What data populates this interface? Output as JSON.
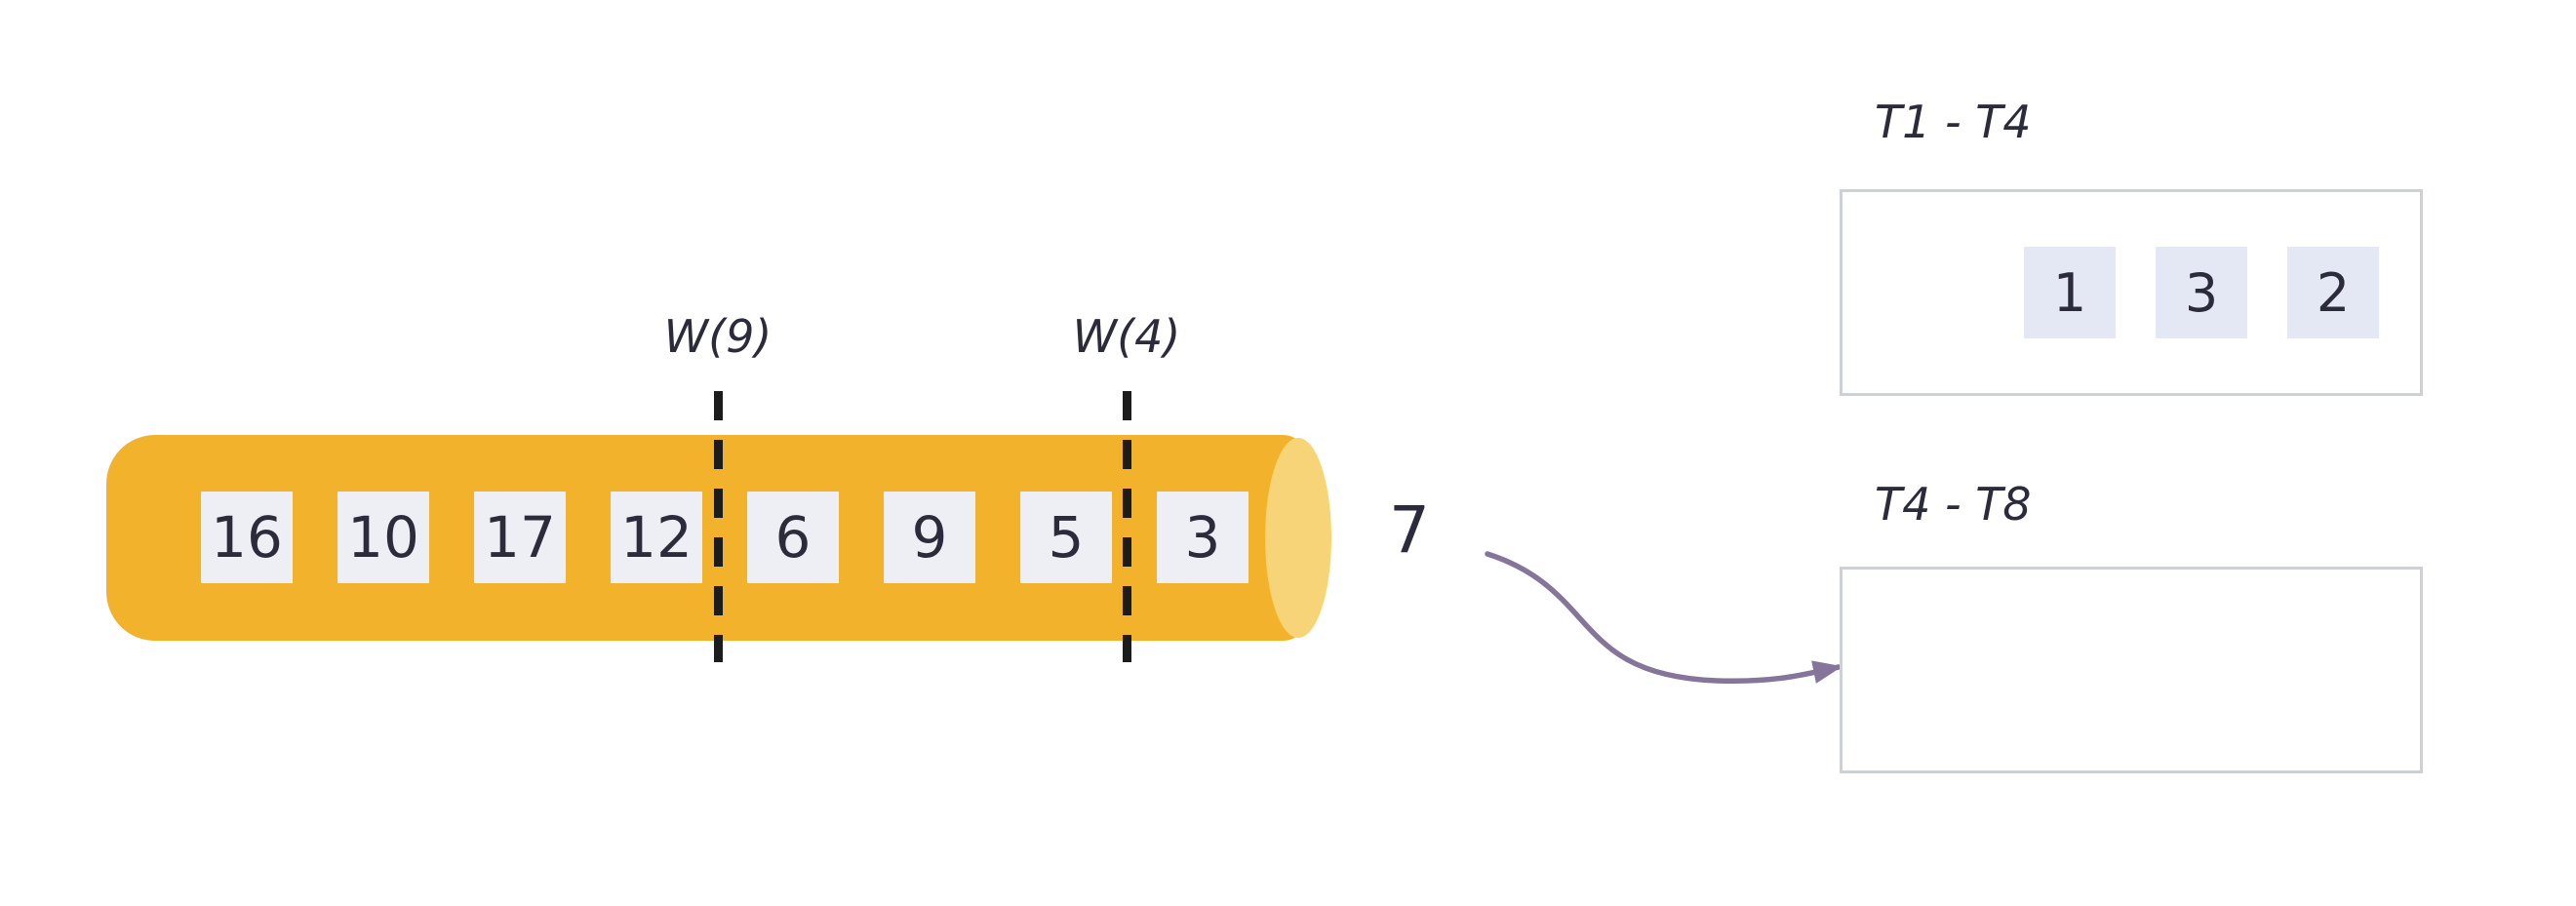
{
  "diagram": {
    "stream": {
      "cells": [
        "16",
        "10",
        "17",
        "12",
        "6",
        "9",
        "5",
        "3"
      ]
    },
    "windows": [
      {
        "label": "W(9)"
      },
      {
        "label": "W(4)"
      }
    ],
    "incoming_value": "7",
    "panels": [
      {
        "title": "T1 - T4",
        "cells": [
          "1",
          "3",
          "2"
        ]
      },
      {
        "title": "T4 - T8",
        "cells": []
      }
    ],
    "colors": {
      "pipe_body": "#F2B22C",
      "pipe_cap": "#F8D478",
      "stream_cell_bg": "#EDEFF5",
      "panel_cell_bg": "#E4E8F4",
      "window_line": "#1C1C1C",
      "arrow": "#86759A",
      "panel_border": "#CDD0D4",
      "text": "#2B2B3B"
    }
  }
}
